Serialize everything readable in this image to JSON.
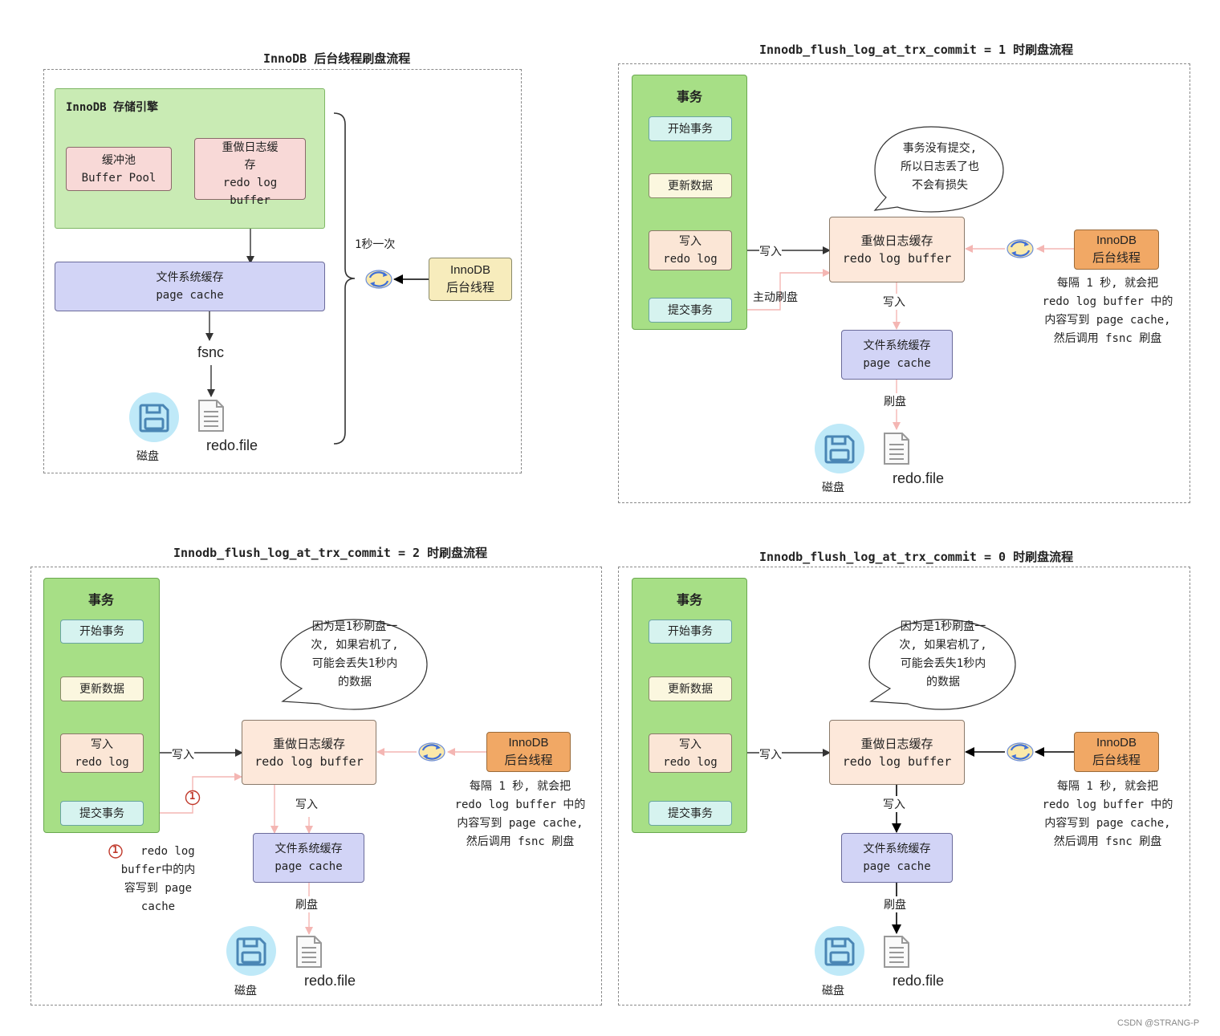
{
  "panel1": {
    "title": "InnoDB 后台线程刷盘流程",
    "engine_label": "InnoDB 存储引擎",
    "buffer_pool": [
      "缓冲池",
      "Buffer Pool"
    ],
    "redo_log_buffer": [
      "重做日志缓",
      "存",
      "redo log",
      "buffer"
    ],
    "page_cache": [
      "文件系统缓存",
      "page cache"
    ],
    "fsnc": "fsnc",
    "disk": "磁盘",
    "file": "redo.file",
    "interval": "1秒一次",
    "thread": [
      "InnoDB",
      "后台线程"
    ]
  },
  "panel2": {
    "title": "Innodb_flush_log_at_trx_commit = 1 时刷盘流程",
    "tx_label": "事务",
    "steps": [
      "开始事务",
      "更新数据",
      "写入",
      "redo log",
      "提交事务"
    ],
    "write_label": "写入",
    "active_flush": "主动刷盘",
    "bubble": [
      "事务没有提交,",
      "所以日志丢了也",
      "不会有损失"
    ],
    "redo_buffer": [
      "重做日志缓存",
      "redo log buffer"
    ],
    "thread": [
      "InnoDB",
      "后台线程"
    ],
    "note": [
      "每隔 1 秒, 就会把",
      "redo log buffer 中的",
      "内容写到 page cache,",
      "然后调用 fsnc 刷盘"
    ],
    "write_down": "写入",
    "page_cache": [
      "文件系统缓存",
      "page cache"
    ],
    "flush": "刷盘",
    "disk": "磁盘",
    "file": "redo.file"
  },
  "panel3": {
    "title": "Innodb_flush_log_at_trx_commit = 2 时刷盘流程",
    "tx_label": "事务",
    "steps": [
      "开始事务",
      "更新数据",
      "写入",
      "redo log",
      "提交事务"
    ],
    "write_label": "写入",
    "circle_num": "1",
    "circle_note": [
      "redo log",
      "buffer中的内",
      "容写到 page",
      "cache"
    ],
    "bubble": [
      "因为是1秒刷盘一",
      "次, 如果宕机了,",
      "可能会丢失1秒内",
      "的数据"
    ],
    "redo_buffer": [
      "重做日志缓存",
      "redo log buffer"
    ],
    "thread": [
      "InnoDB",
      "后台线程"
    ],
    "note": [
      "每隔 1 秒, 就会把",
      "redo log buffer 中的",
      "内容写到 page cache,",
      "然后调用 fsnc 刷盘"
    ],
    "write_down": "写入",
    "page_cache": [
      "文件系统缓存",
      "page cache"
    ],
    "flush": "刷盘",
    "disk": "磁盘",
    "file": "redo.file"
  },
  "panel4": {
    "title": "Innodb_flush_log_at_trx_commit = 0 时刷盘流程",
    "tx_label": "事务",
    "steps": [
      "开始事务",
      "更新数据",
      "写入",
      "redo log",
      "提交事务"
    ],
    "write_label": "写入",
    "bubble": [
      "因为是1秒刷盘一",
      "次, 如果宕机了,",
      "可能会丢失1秒内",
      "的数据"
    ],
    "redo_buffer": [
      "重做日志缓存",
      "redo log buffer"
    ],
    "thread": [
      "InnoDB",
      "后台线程"
    ],
    "note": [
      "每隔 1 秒, 就会把",
      "redo log buffer 中的",
      "内容写到 page cache,",
      "然后调用 fsnc 刷盘"
    ],
    "write_down": "写入",
    "page_cache": [
      "文件系统缓存",
      "page cache"
    ],
    "flush": "刷盘",
    "disk": "磁盘",
    "file": "redo.file"
  },
  "watermark": "CSDN @STRANG-P",
  "colors": {
    "tx_green": "#a7df86",
    "engine_green": "#c9ebb4",
    "thread_orange": "#f1a865",
    "thread_yellow": "#f7ecbc",
    "page_cache_lavender": "#d2d4f6",
    "arrow_pink": "#f4b6b3",
    "disk_blue": "#bfe9f8"
  },
  "icons": [
    "sync-cycle-icon",
    "floppy-disk-icon",
    "file-document-icon",
    "brace-icon"
  ]
}
